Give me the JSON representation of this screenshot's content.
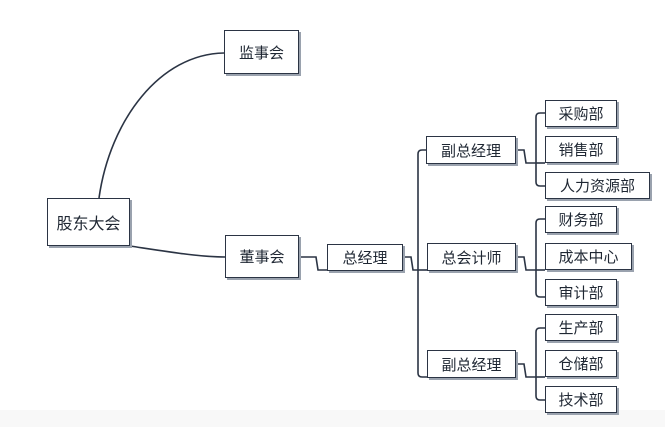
{
  "nodes": {
    "root": "股东大会",
    "supervisors": "监事会",
    "board": "董事会",
    "gm": "总经理",
    "vp1": "副总经理",
    "cfo": "总会计师",
    "vp2": "副总经理",
    "procurement": "采购部",
    "sales": "销售部",
    "hr": "人力资源部",
    "finance": "财务部",
    "cost_center": "成本中心",
    "audit": "审计部",
    "production": "生产部",
    "warehouse": "仓储部",
    "technology": "技术部"
  },
  "colors": {
    "line": "#2b3444",
    "node_border": "#2b3444",
    "text": "#1f2733"
  }
}
